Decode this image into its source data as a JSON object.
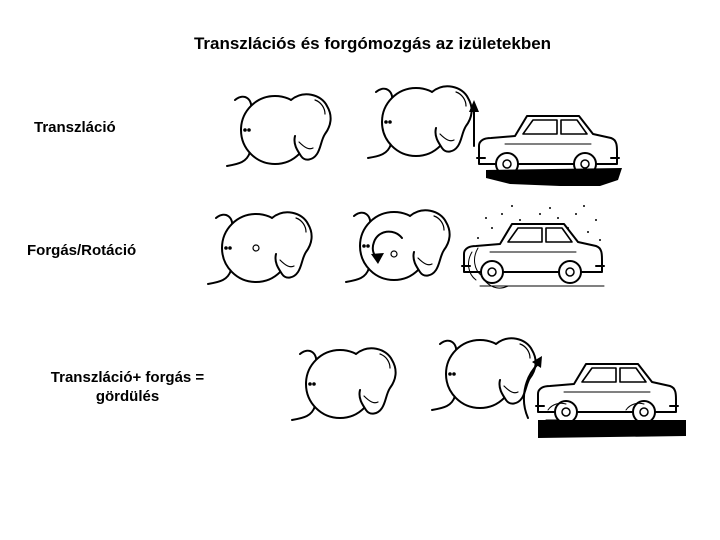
{
  "title": "Transzlációs és forgómozgás az izületekben",
  "rows": [
    {
      "label": "Transzláció",
      "icon": "straight-arrow-icon"
    },
    {
      "label": "Forgás/Rotáció",
      "icon": "rotation-arrow-icon"
    },
    {
      "label": "Transzláció+ forgás = gördülés",
      "icon": "curved-arrow-icon"
    }
  ]
}
